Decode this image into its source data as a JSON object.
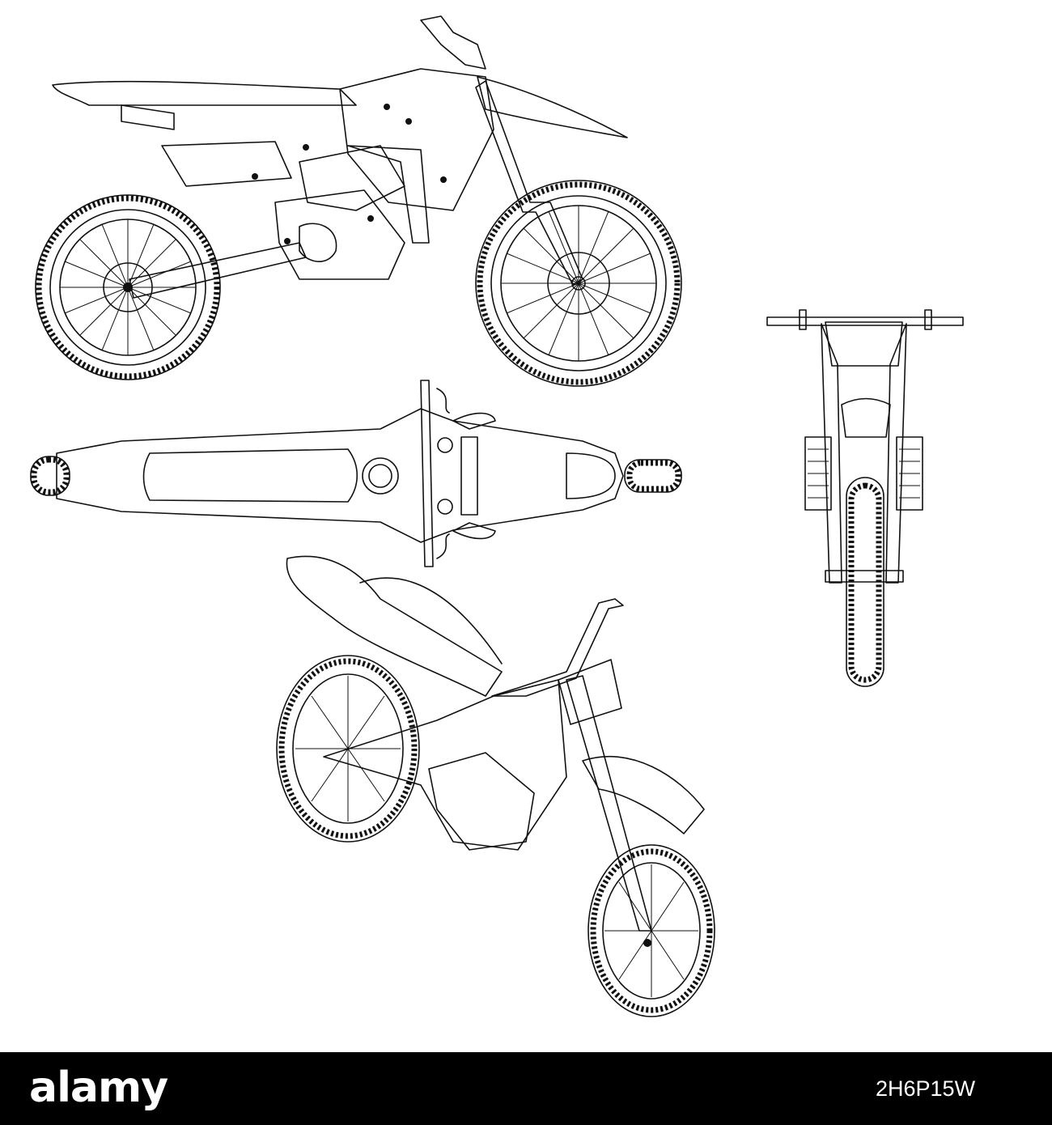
{
  "footer": {
    "logo_text": "alamy",
    "image_id": "2H6P15W",
    "background": "#000000",
    "text_color": "#ffffff"
  },
  "illustration": {
    "views": [
      "side-view",
      "top-view",
      "front-view",
      "perspective-view"
    ],
    "line_color": "#111111",
    "background": "#ffffff"
  }
}
